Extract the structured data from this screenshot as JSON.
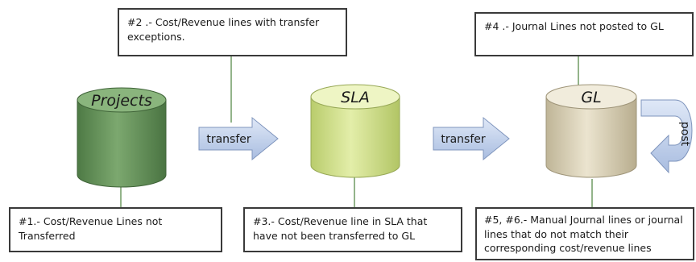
{
  "nodes": {
    "projects": "Projects",
    "sla": "SLA",
    "gl": "GL"
  },
  "arrows": {
    "transfer_1": "transfer",
    "transfer_2": "transfer",
    "post": "post"
  },
  "notes": {
    "note_1": "#1.- Cost/Revenue Lines not Transferred",
    "note_2": "#2 .- Cost/Revenue lines with transfer exceptions.",
    "note_3": "#3.- Cost/Revenue line in SLA that have not been transferred to GL",
    "note_4": "#4 .- Journal Lines not posted to GL",
    "note_5_6": "#5, #6.- Manual Journal lines or journal lines that do not match their corresponding cost/revenue lines"
  },
  "colors": {
    "projects": "#6f9a63",
    "sla": "#cfe08d",
    "gl": "#d8cfb4",
    "arrow": "#b9c9e6"
  }
}
